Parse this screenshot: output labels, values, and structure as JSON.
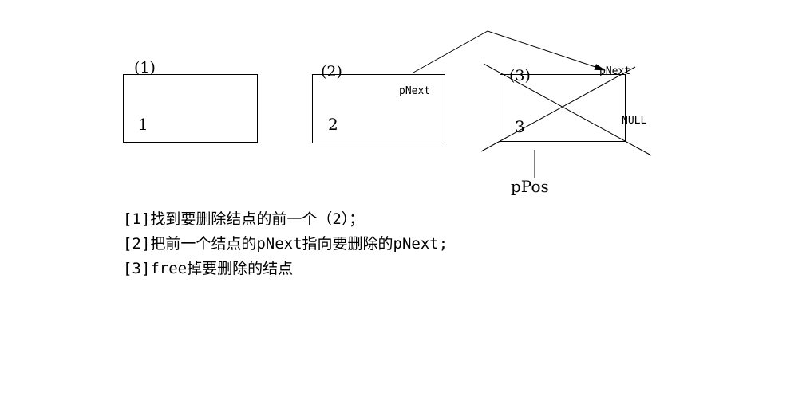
{
  "nodes": [
    {
      "tag": "(1)",
      "value": "1"
    },
    {
      "tag": "(2)",
      "value": "2",
      "pointer_label": "pNext"
    },
    {
      "tag": "(3)",
      "value": "3",
      "pointer_label": "pNext",
      "null_label": "NULL"
    }
  ],
  "pointer_variable": "pPos",
  "steps": [
    "[1]找到要删除结点的前一个（2）；",
    "[2]把前一个结点的pNext指向要删除的pNext;",
    "[3]free掉要删除的结点"
  ]
}
